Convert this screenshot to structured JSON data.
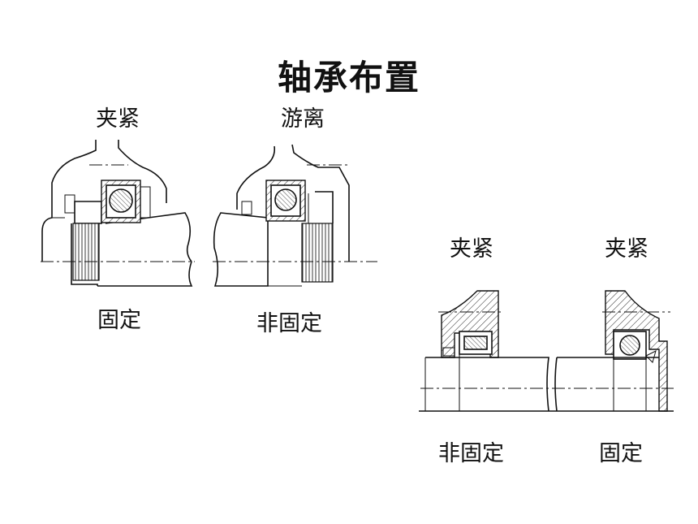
{
  "title": "轴承布置",
  "figure_left": {
    "clamp_label_left": "夹紧",
    "clamp_label_right": "游离",
    "status_label_left": "固定",
    "status_label_right": "非固定"
  },
  "figure_right": {
    "clamp_label_left": "夹紧",
    "clamp_label_right": "夹紧",
    "status_label_left": "非固定",
    "status_label_right": "固定"
  }
}
